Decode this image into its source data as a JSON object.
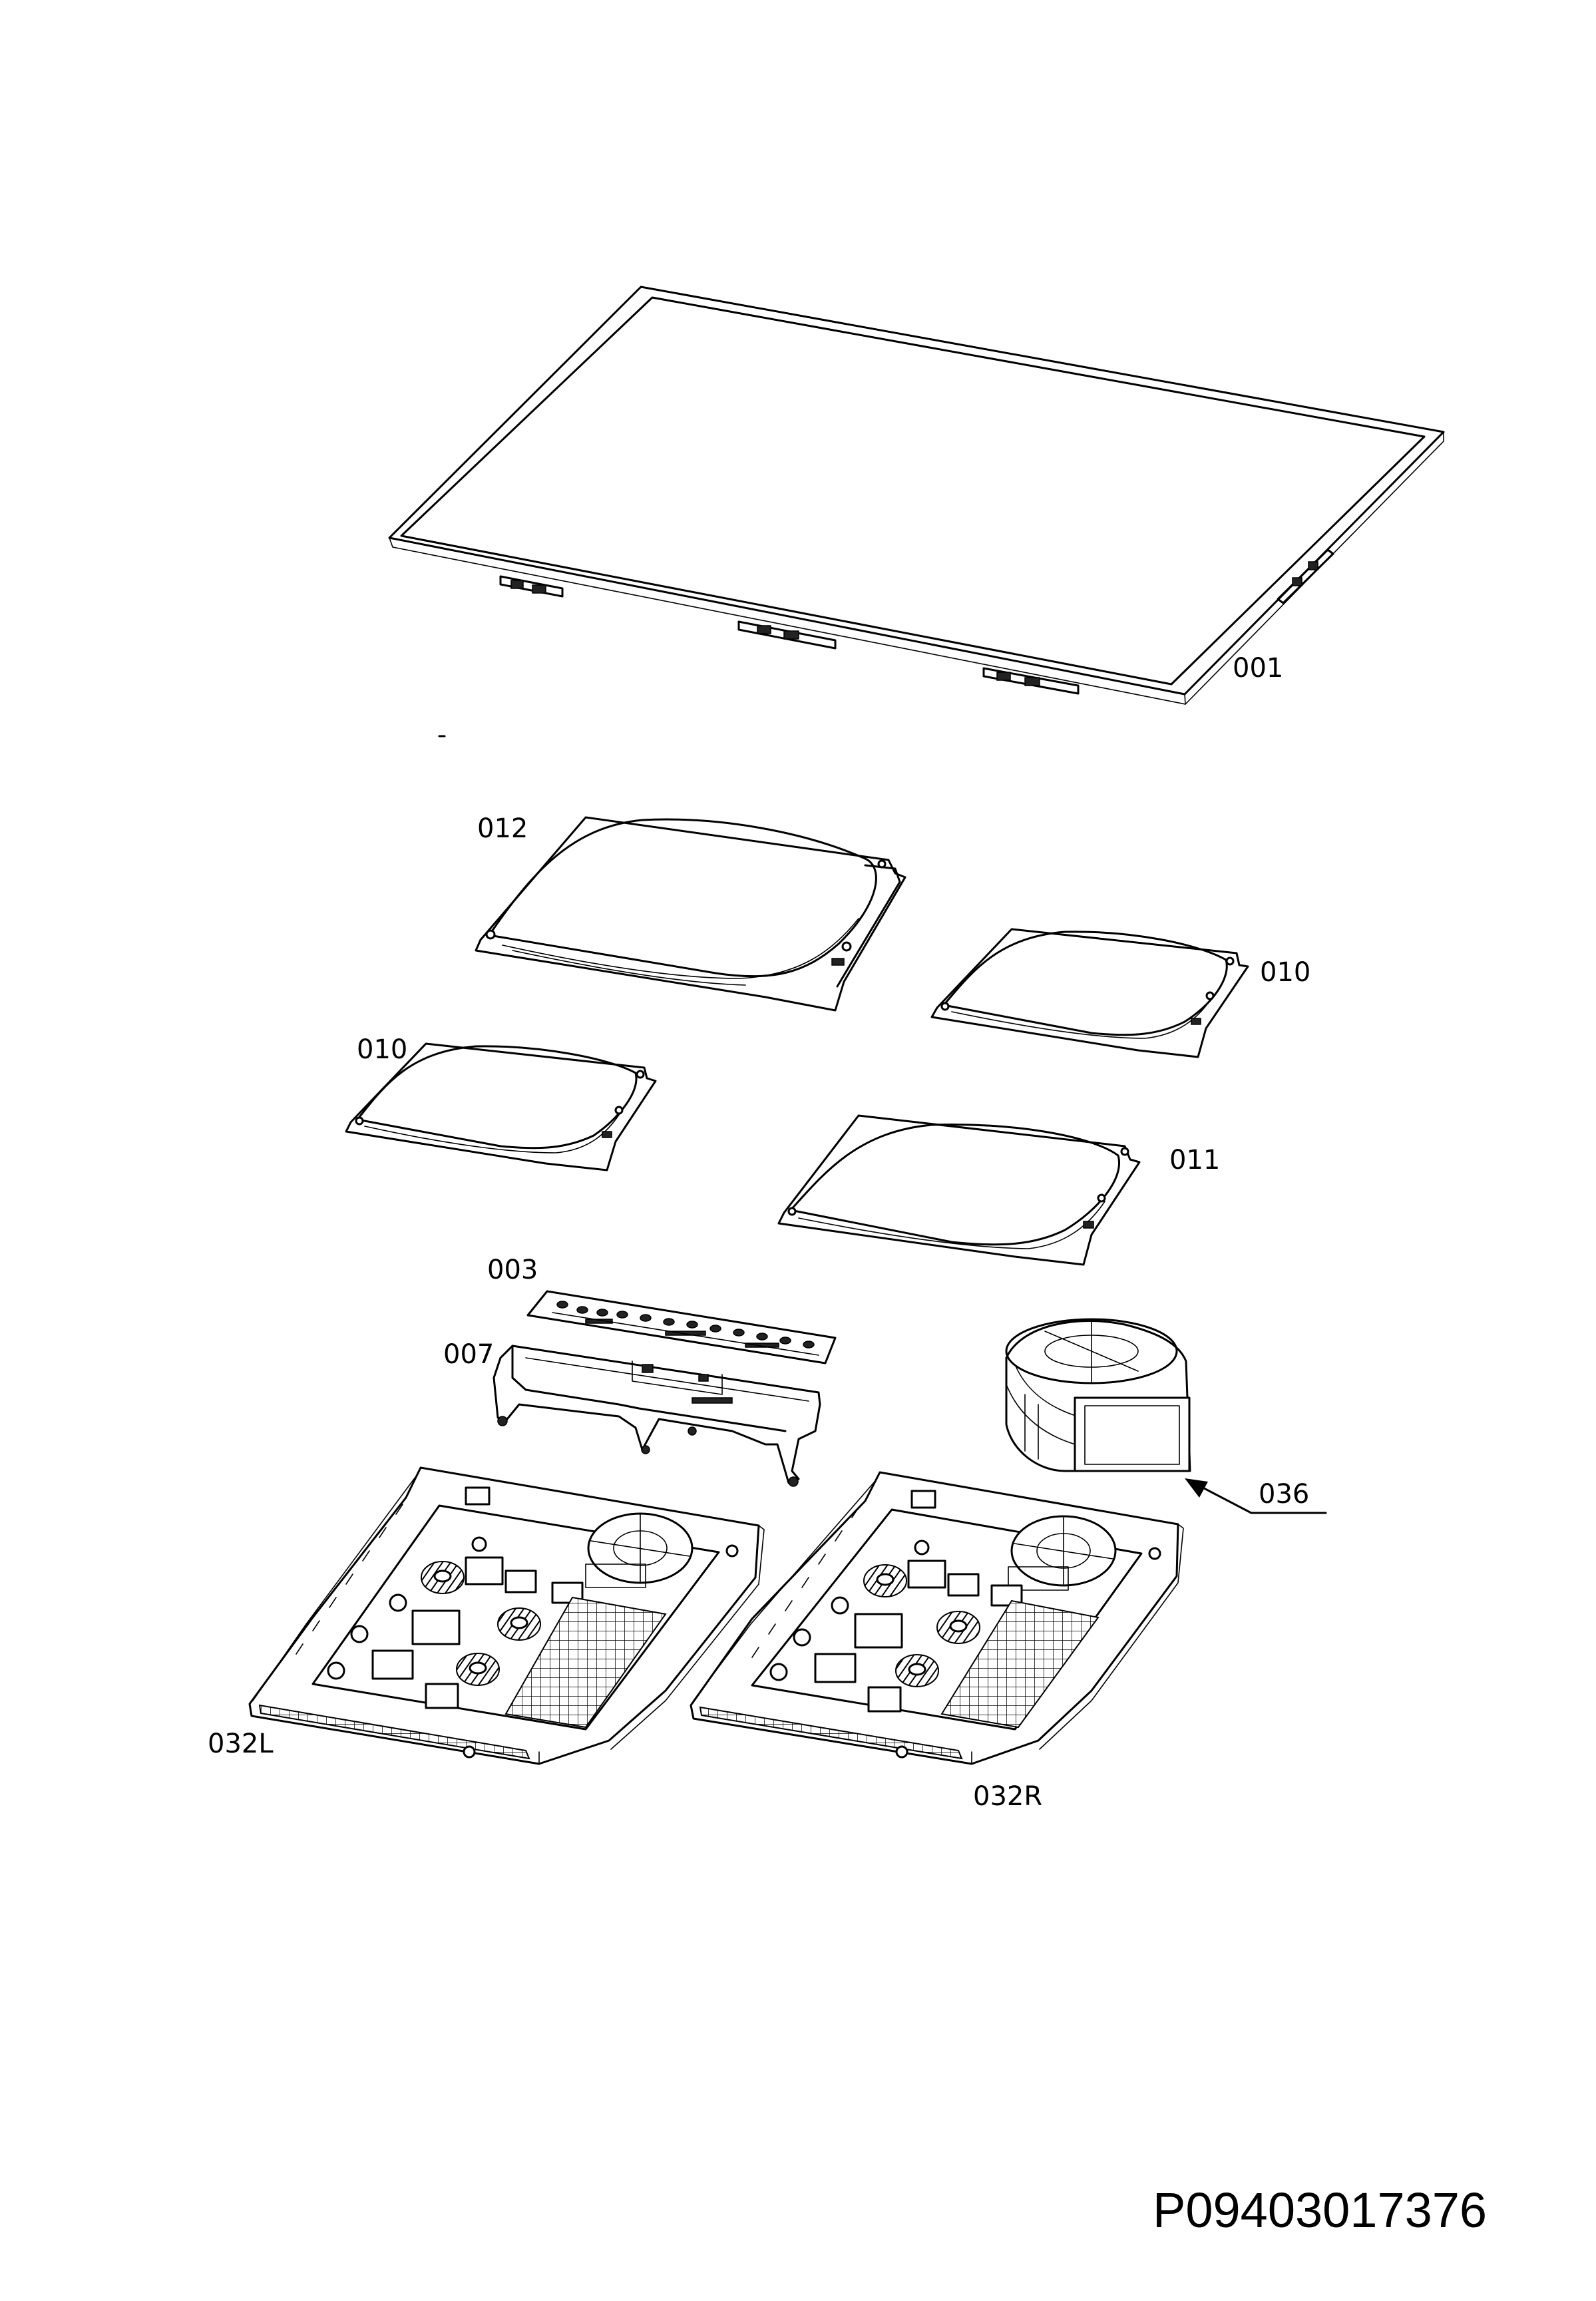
{
  "diagram": {
    "document_number": "P09403017376",
    "parts": [
      {
        "id": "001",
        "label": "001"
      },
      {
        "id": "012",
        "label": "012"
      },
      {
        "id": "010a",
        "label": "010"
      },
      {
        "id": "010b",
        "label": "010"
      },
      {
        "id": "011",
        "label": "011"
      },
      {
        "id": "003",
        "label": "003"
      },
      {
        "id": "007",
        "label": "007"
      },
      {
        "id": "036",
        "label": "036"
      },
      {
        "id": "032L",
        "label": "032L"
      },
      {
        "id": "032R",
        "label": "032R"
      }
    ]
  }
}
